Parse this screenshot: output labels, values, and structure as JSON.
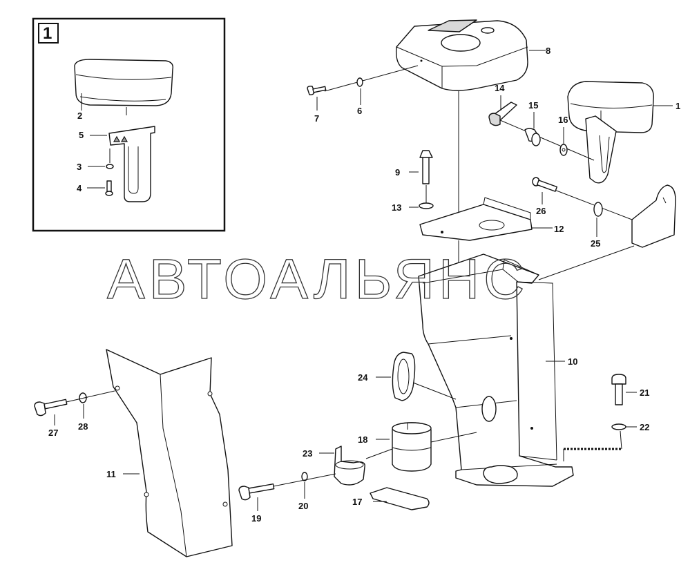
{
  "inset": {
    "label": "1"
  },
  "watermark": "АВТОАЛЬЯНС",
  "callouts": {
    "c1": "1",
    "c2": "2",
    "c3": "3",
    "c4": "4",
    "c5": "5",
    "c6": "6",
    "c7": "7",
    "c8": "8",
    "c9": "9",
    "c10": "10",
    "c11": "11",
    "c12": "12",
    "c13": "13",
    "c14": "14",
    "c15": "15",
    "c16": "16",
    "c17": "17",
    "c18": "18",
    "c19": "19",
    "c20": "20",
    "c21": "21",
    "c22": "22",
    "c23": "23",
    "c24": "24",
    "c25": "25",
    "c26": "26",
    "c27": "27",
    "c28": "28"
  }
}
